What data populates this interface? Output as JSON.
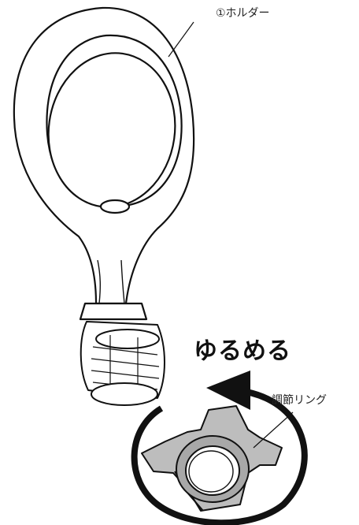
{
  "callouts": {
    "holder": "①ホルダー",
    "adjust_ring": "調節リング"
  },
  "instruction": "ゆるめる",
  "colors": {
    "line": "#111111",
    "ring_fill": "#bdbdbd",
    "ring_shade": "#8e8e8e",
    "background": "#ffffff"
  }
}
